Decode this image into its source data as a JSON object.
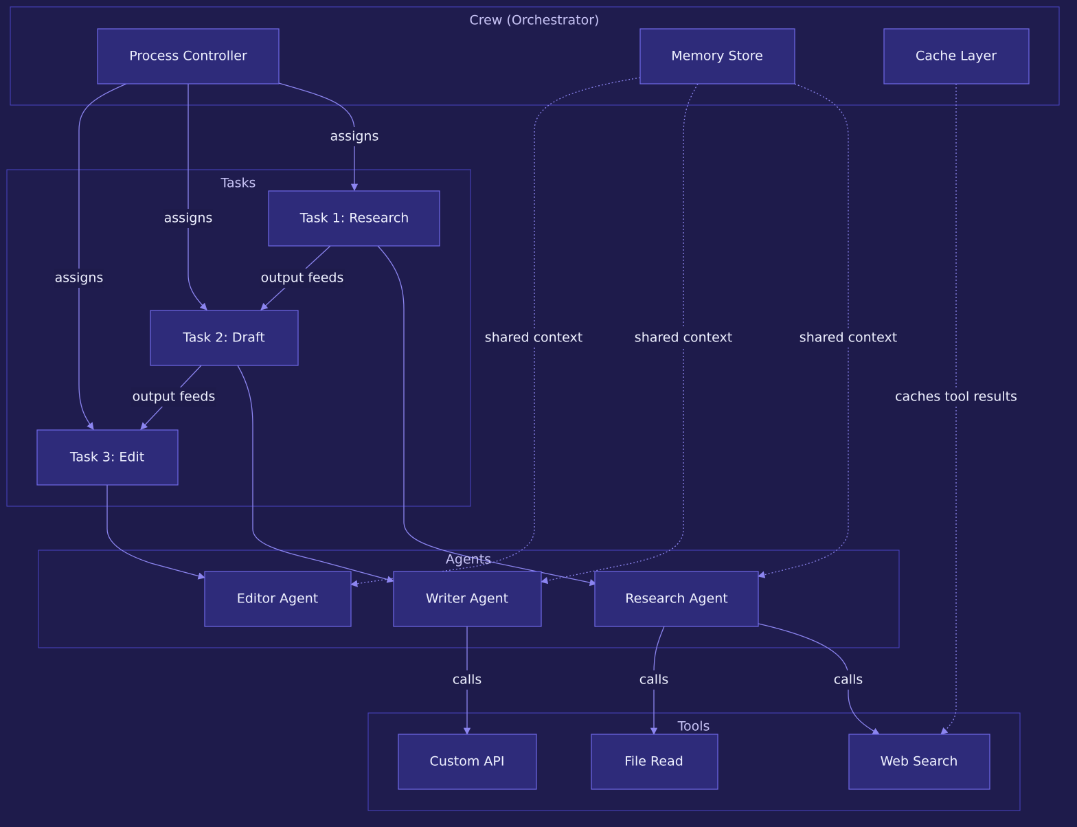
{
  "clusters": {
    "crew": "Crew (Orchestrator)",
    "tasks": "Tasks",
    "agents": "Agents",
    "tools": "Tools"
  },
  "nodes": {
    "process_controller": "Process Controller",
    "memory_store": "Memory Store",
    "cache_layer": "Cache Layer",
    "task1": "Task 1: Research",
    "task2": "Task 2: Draft",
    "task3": "Task 3: Edit",
    "editor_agent": "Editor Agent",
    "writer_agent": "Writer Agent",
    "research_agent": "Research Agent",
    "custom_api": "Custom API",
    "file_read": "File Read",
    "web_search": "Web Search"
  },
  "edges": {
    "assigns_task1": "assigns",
    "assigns_task2": "assigns",
    "assigns_task3": "assigns",
    "feeds_1_2": "output feeds",
    "feeds_2_3": "output feeds",
    "context_editor": "shared context",
    "context_writer": "shared context",
    "context_research": "shared context",
    "cache_results": "caches tool results",
    "calls_custom_api": "calls",
    "calls_file_read": "calls",
    "calls_web_search": "calls"
  },
  "colors": {
    "background": "#1e1b4b",
    "node_fill": "#2e2b7a",
    "node_stroke": "#7069e8",
    "edge": "#8c85f0",
    "text": "#eef0ff"
  }
}
